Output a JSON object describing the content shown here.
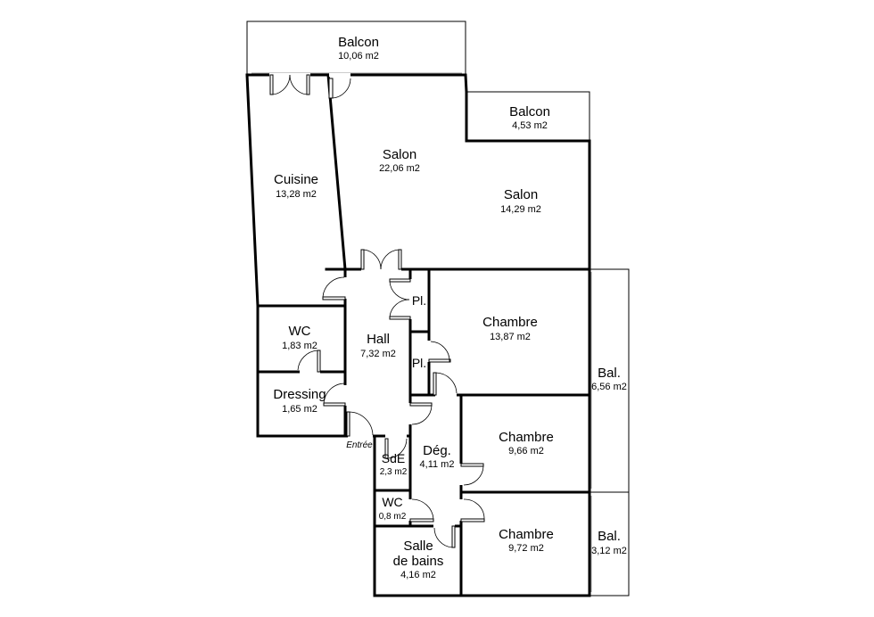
{
  "rooms": [
    {
      "id": "balcon-top",
      "name": "Balcon",
      "area": "10,06 m2"
    },
    {
      "id": "balcon-right",
      "name": "Balcon",
      "area": "4,53 m2"
    },
    {
      "id": "salon-1",
      "name": "Salon",
      "area": "22,06 m2"
    },
    {
      "id": "salon-2",
      "name": "Salon",
      "area": "14,29 m2"
    },
    {
      "id": "cuisine",
      "name": "Cuisine",
      "area": "13,28 m2"
    },
    {
      "id": "wc-1",
      "name": "WC",
      "area": "1,83 m2"
    },
    {
      "id": "dressing",
      "name": "Dressing",
      "area": "1,65 m2"
    },
    {
      "id": "hall",
      "name": "Hall",
      "area": "7,32 m2"
    },
    {
      "id": "placard-1",
      "name": "Pl.",
      "area": ""
    },
    {
      "id": "placard-2",
      "name": "Pl.",
      "area": ""
    },
    {
      "id": "chambre-1",
      "name": "Chambre",
      "area": "13,87 m2"
    },
    {
      "id": "bal-1",
      "name": "Bal.",
      "area": "6,56 m2"
    },
    {
      "id": "chambre-2",
      "name": "Chambre",
      "area": "9,66 m2"
    },
    {
      "id": "degagement",
      "name": "Dég.",
      "area": "4,11 m2"
    },
    {
      "id": "sde",
      "name": "SdE",
      "area": "2,3 m2"
    },
    {
      "id": "wc-2",
      "name": "WC",
      "area": "0,8 m2"
    },
    {
      "id": "salle-de-bains",
      "name": "Salle",
      "name2": "de bains",
      "area": "4,16 m2"
    },
    {
      "id": "chambre-3",
      "name": "Chambre",
      "area": "9,72 m2"
    },
    {
      "id": "bal-2",
      "name": "Bal.",
      "area": "3,12 m2"
    }
  ],
  "entrance_label": "Entrée"
}
